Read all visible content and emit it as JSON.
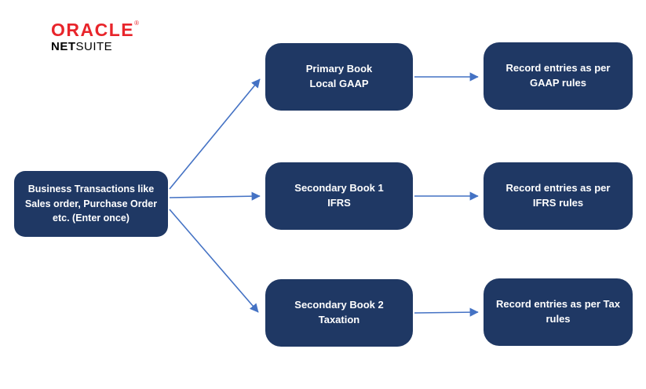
{
  "logo": {
    "oracle": "ORACLE",
    "registered": "®",
    "net": "NET",
    "suite": "SUITE"
  },
  "colors": {
    "box": "#1f3864",
    "arrow": "#4472c4",
    "oracle_red": "#e8252b",
    "box_text": "#ffffff",
    "logo_text": "#000000"
  },
  "diagram": {
    "source": {
      "label": "Business Transactions like Sales order, Purchase Order etc. (Enter once)"
    },
    "books": [
      {
        "line1": "Primary Book",
        "line2": "Local GAAP"
      },
      {
        "line1": "Secondary Book 1",
        "line2": "IFRS"
      },
      {
        "line1": "Secondary Book 2",
        "line2": "Taxation"
      }
    ],
    "outcomes": [
      {
        "label": "Record entries as per GAAP rules"
      },
      {
        "label": "Record entries as per IFRS rules"
      },
      {
        "label": "Record entries as per Tax rules"
      }
    ]
  }
}
